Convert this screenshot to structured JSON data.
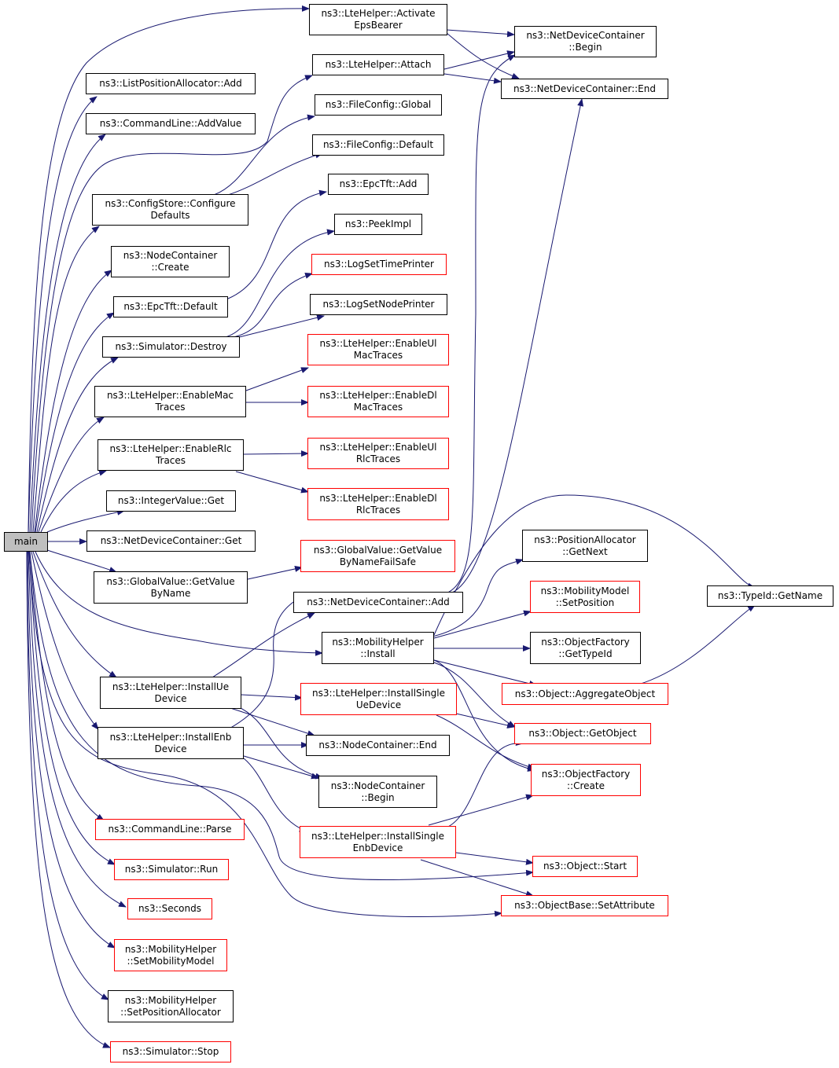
{
  "colors": {
    "edge": "#191970",
    "border": "#000000",
    "truncated_border": "#ff0000",
    "root_fill": "#bfbfbf"
  },
  "nodes": {
    "main": {
      "label": "main"
    },
    "activate_eps_bearer": {
      "label": "ns3::LteHelper::Activate\nEpsBearer"
    },
    "ndc_begin": {
      "label": "ns3::NetDeviceContainer\n::Begin"
    },
    "ndc_end": {
      "label": "ns3::NetDeviceContainer::End"
    },
    "lte_attach": {
      "label": "ns3::LteHelper::Attach"
    },
    "list_pos_add": {
      "label": "ns3::ListPositionAllocator::Add"
    },
    "cmdline_addvalue": {
      "label": "ns3::CommandLine::AddValue"
    },
    "fileconfig_global": {
      "label": "ns3::FileConfig::Global"
    },
    "fileconfig_default": {
      "label": "ns3::FileConfig::Default"
    },
    "configstore_defaults": {
      "label": "ns3::ConfigStore::Configure\nDefaults"
    },
    "epctft_add": {
      "label": "ns3::EpcTft::Add"
    },
    "peekimpl": {
      "label": "ns3::PeekImpl"
    },
    "nodecontainer_create": {
      "label": "ns3::NodeContainer\n::Create"
    },
    "logsettimeprinter": {
      "label": "ns3::LogSetTimePrinter"
    },
    "epctft_default": {
      "label": "ns3::EpcTft::Default"
    },
    "logsetnodeprinter": {
      "label": "ns3::LogSetNodePrinter"
    },
    "simulator_destroy": {
      "label": "ns3::Simulator::Destroy"
    },
    "enable_ul_mac": {
      "label": "ns3::LteHelper::EnableUl\nMacTraces"
    },
    "enable_mac": {
      "label": "ns3::LteHelper::EnableMac\nTraces"
    },
    "enable_dl_mac": {
      "label": "ns3::LteHelper::EnableDl\nMacTraces"
    },
    "enable_rlc": {
      "label": "ns3::LteHelper::EnableRlc\nTraces"
    },
    "enable_ul_rlc": {
      "label": "ns3::LteHelper::EnableUl\nRlcTraces"
    },
    "enable_dl_rlc": {
      "label": "ns3::LteHelper::EnableDl\nRlcTraces"
    },
    "integervalue_get": {
      "label": "ns3::IntegerValue::Get"
    },
    "ndc_get": {
      "label": "ns3::NetDeviceContainer::Get"
    },
    "globalvalue_failsafe": {
      "label": "ns3::GlobalValue::GetValue\nByNameFailSafe"
    },
    "globalvalue_byname": {
      "label": "ns3::GlobalValue::GetValue\nByName"
    },
    "posalloc_getnext": {
      "label": "ns3::PositionAllocator\n::GetNext"
    },
    "mobmodel_setpos": {
      "label": "ns3::MobilityModel\n::SetPosition"
    },
    "typeid_getname": {
      "label": "ns3::TypeId::GetName"
    },
    "ndc_add": {
      "label": "ns3::NetDeviceContainer::Add"
    },
    "mobhelper_install": {
      "label": "ns3::MobilityHelper\n::Install"
    },
    "objfactory_gettypeid": {
      "label": "ns3::ObjectFactory\n::GetTypeId"
    },
    "object_aggregate": {
      "label": "ns3::Object::AggregateObject"
    },
    "install_ue": {
      "label": "ns3::LteHelper::InstallUe\nDevice"
    },
    "install_single_ue": {
      "label": "ns3::LteHelper::InstallSingle\nUeDevice"
    },
    "object_getobject": {
      "label": "ns3::Object::GetObject"
    },
    "install_enb": {
      "label": "ns3::LteHelper::InstallEnb\nDevice"
    },
    "nodecontainer_end": {
      "label": "ns3::NodeContainer::End"
    },
    "objfactory_create": {
      "label": "ns3::ObjectFactory\n::Create"
    },
    "nodecontainer_begin": {
      "label": "ns3::NodeContainer\n::Begin"
    },
    "cmdline_parse": {
      "label": "ns3::CommandLine::Parse"
    },
    "install_single_enb": {
      "label": "ns3::LteHelper::InstallSingle\nEnbDevice"
    },
    "simulator_run": {
      "label": "ns3::Simulator::Run"
    },
    "object_start": {
      "label": "ns3::Object::Start"
    },
    "seconds": {
      "label": "ns3::Seconds"
    },
    "objbase_setattr": {
      "label": "ns3::ObjectBase::SetAttribute"
    },
    "mobhelper_setmob": {
      "label": "ns3::MobilityHelper\n::SetMobilityModel"
    },
    "mobhelper_setposalloc": {
      "label": "ns3::MobilityHelper\n::SetPositionAllocator"
    },
    "simulator_stop": {
      "label": "ns3::Simulator::Stop"
    }
  }
}
